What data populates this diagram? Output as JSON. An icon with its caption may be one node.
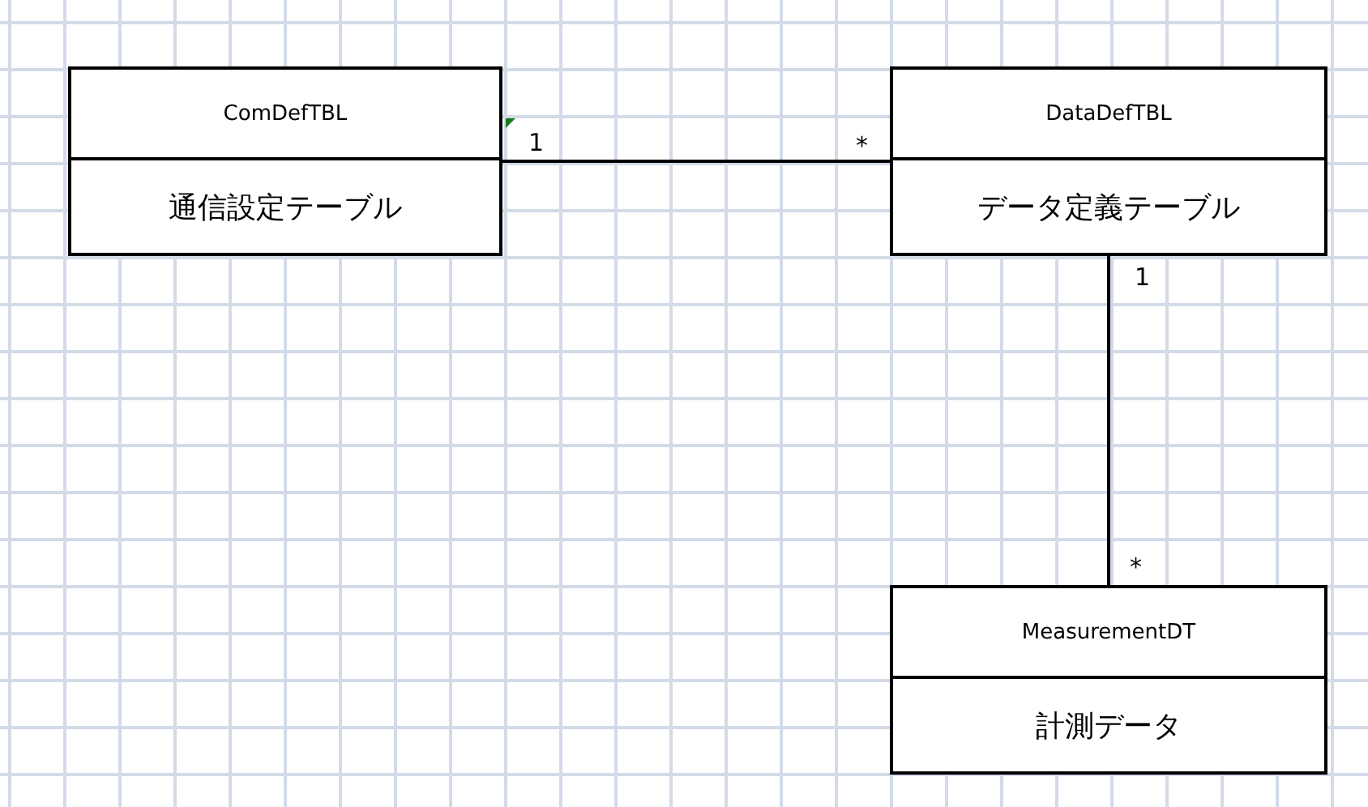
{
  "diagram": {
    "nodes": [
      {
        "text": [
          "ComDefTBL",
          "通信設定テーブル"
        ]
      },
      {
        "text": [
          "DataDefTBL",
          "データ定義テーブル"
        ]
      },
      {
        "text": [
          "MeasurementDT",
          "計測データ"
        ]
      }
    ],
    "edges": [
      {
        "from": 0,
        "to": 1,
        "arrow": "none"
      },
      {
        "from": 1,
        "to": 2,
        "arrow": "none"
      }
    ],
    "labels": [
      "1",
      "*",
      "1",
      "*"
    ]
  }
}
